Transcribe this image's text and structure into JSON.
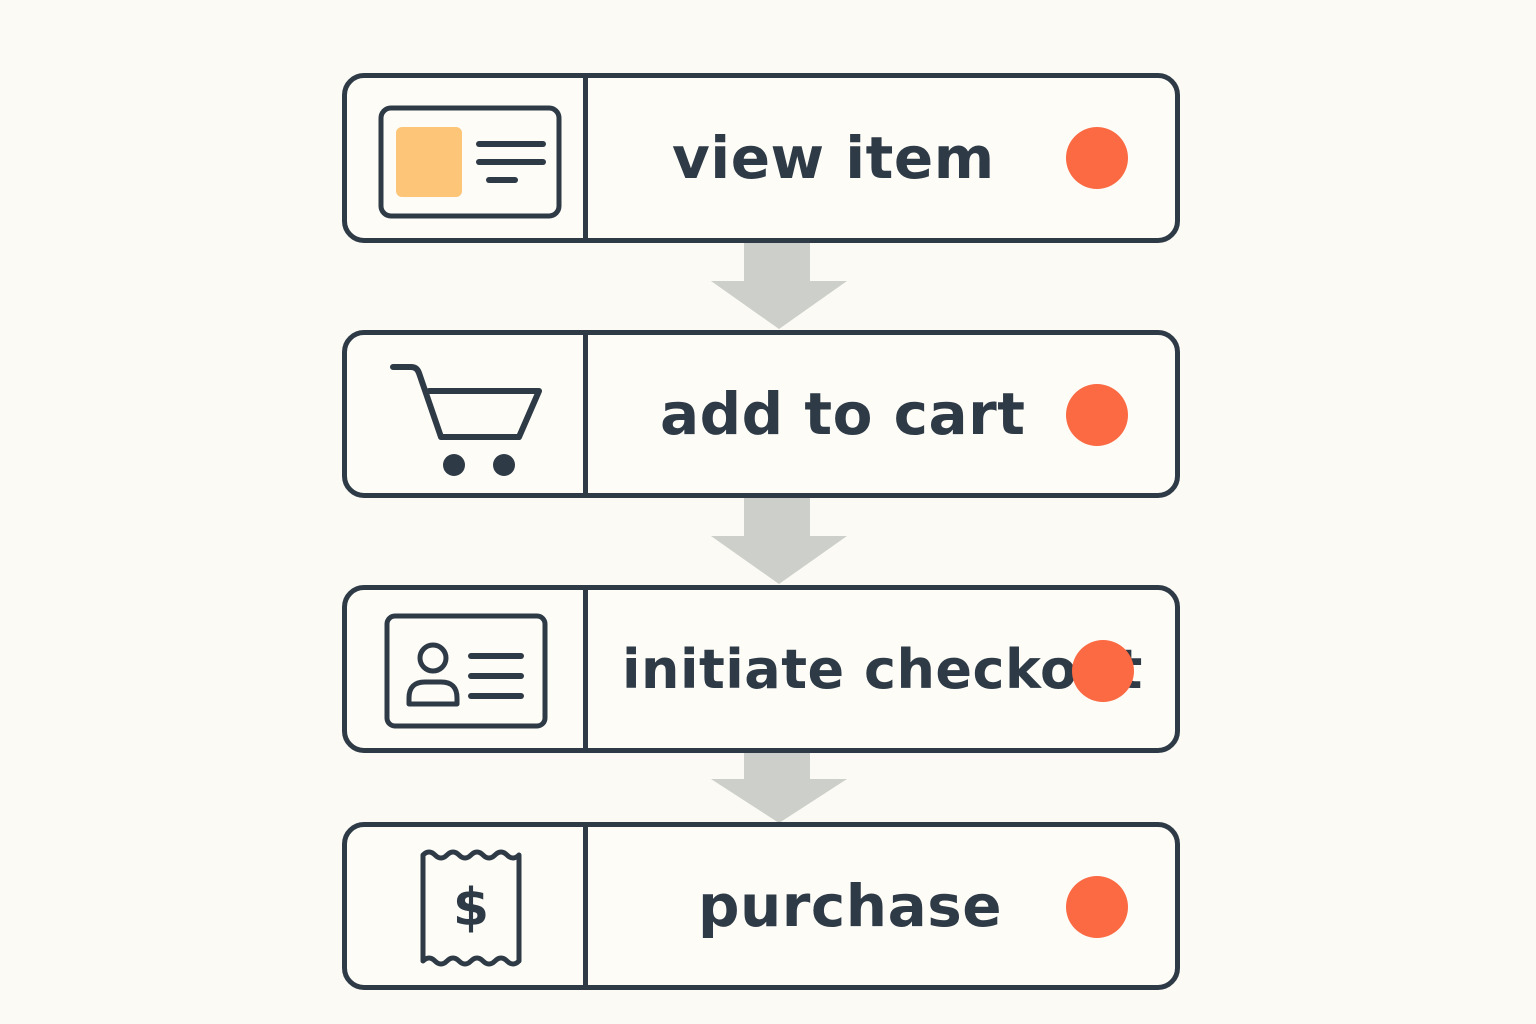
{
  "steps": [
    {
      "label": "view item",
      "icon": "product-card-icon"
    },
    {
      "label": "add to cart",
      "icon": "shopping-cart-icon"
    },
    {
      "label": "initiate checkout",
      "icon": "contact-card-icon"
    },
    {
      "label": "purchase",
      "icon": "receipt-dollar-icon"
    }
  ],
  "receipt_symbol": "$",
  "colors": {
    "background": "#fbfaf4",
    "outline": "#2e3a46",
    "status_dot": "#fb6a43",
    "arrow": "#cdcfca",
    "accent": "#fdc577"
  }
}
